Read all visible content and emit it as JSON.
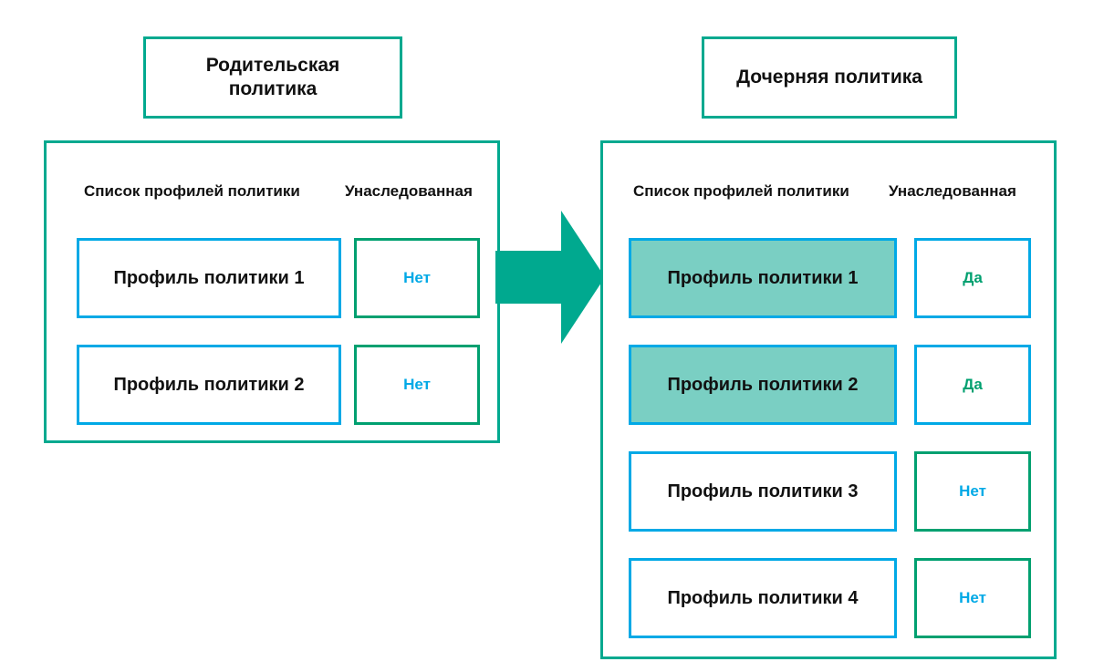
{
  "diagram": {
    "title_parent": "Родительская\nполитика",
    "title_child": "Дочерняя политика",
    "arrow": {
      "name": "inheritance-arrow",
      "direction": "right",
      "color": "#00A98F"
    },
    "colors": {
      "teal_border": "#00A98F",
      "green_border": "#00A070",
      "blue_border": "#00A9E6",
      "highlight_fill": "#7ACFC3",
      "value_no_text": "#00A9E6",
      "value_yes_text": "#00A070",
      "background": "#FFFFFF",
      "text": "#111111"
    }
  },
  "parent_panel": {
    "headers": {
      "profiles": "Список профилей политики",
      "inherited": "Унаследованная"
    },
    "rows": [
      {
        "profile": "Профиль политики 1",
        "inherited": "Нет",
        "highlighted": false
      },
      {
        "profile": "Профиль политики 2",
        "inherited": "Нет",
        "highlighted": false
      }
    ]
  },
  "child_panel": {
    "headers": {
      "profiles": "Список профилей политики",
      "inherited": "Унаследованная"
    },
    "rows": [
      {
        "profile": "Профиль политики 1",
        "inherited": "Да",
        "highlighted": true
      },
      {
        "profile": "Профиль политики 2",
        "inherited": "Да",
        "highlighted": true
      },
      {
        "profile": "Профиль политики 3",
        "inherited": "Нет",
        "highlighted": false
      },
      {
        "profile": "Профиль политики 4",
        "inherited": "Нет",
        "highlighted": false
      }
    ]
  }
}
